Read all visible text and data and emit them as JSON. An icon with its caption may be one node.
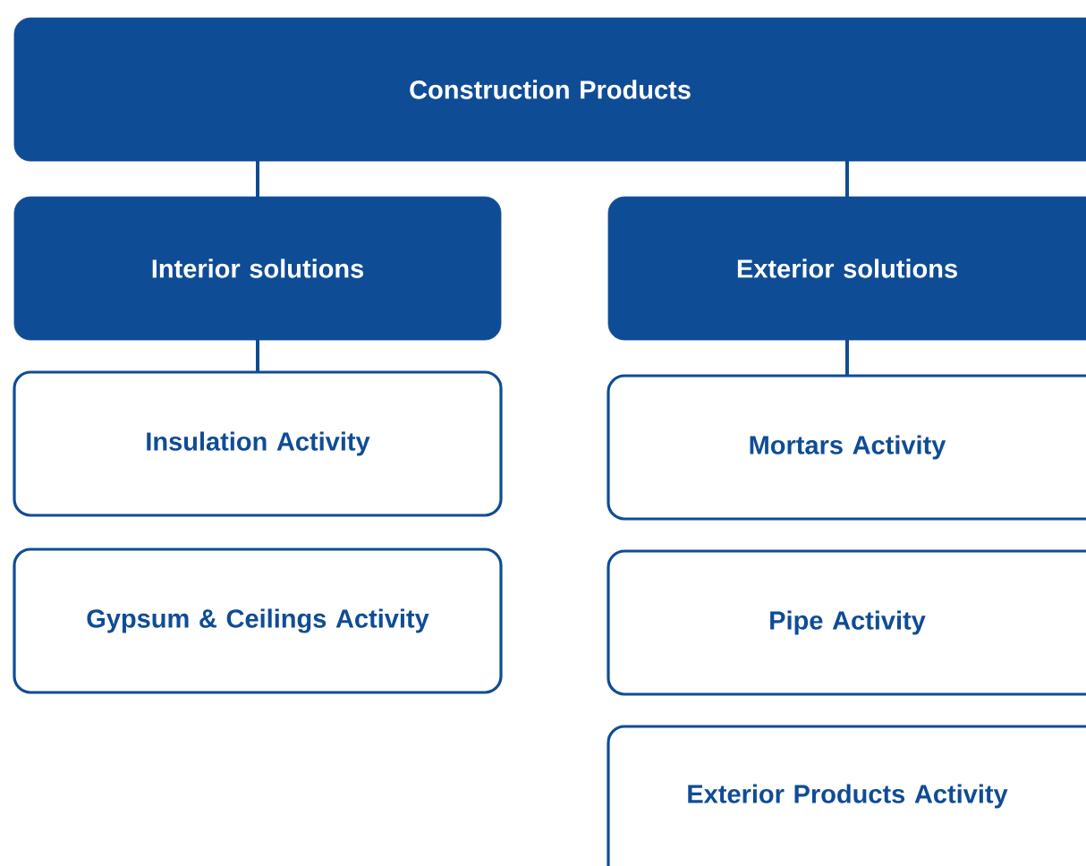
{
  "diagram": {
    "nodes": [
      {
        "text": [
          "Construction Products"
        ]
      },
      {
        "text": [
          "Interior solutions"
        ]
      },
      {
        "text": [
          "Exterior solutions"
        ]
      },
      {
        "text": [
          "Insulation Activity"
        ]
      },
      {
        "text": [
          "Gypsum & Ceilings Activity"
        ]
      },
      {
        "text": [
          "Mortars Activity"
        ]
      },
      {
        "text": [
          "Pipe Activity"
        ]
      },
      {
        "text": [
          "Exterior Products Activity"
        ]
      }
    ],
    "edges": [
      {
        "from": 0,
        "to": 1,
        "arrow": "none"
      },
      {
        "from": 0,
        "to": 2,
        "arrow": "none"
      },
      {
        "from": 1,
        "to": 3,
        "arrow": "none"
      },
      {
        "from": 2,
        "to": 5,
        "arrow": "none"
      }
    ]
  }
}
